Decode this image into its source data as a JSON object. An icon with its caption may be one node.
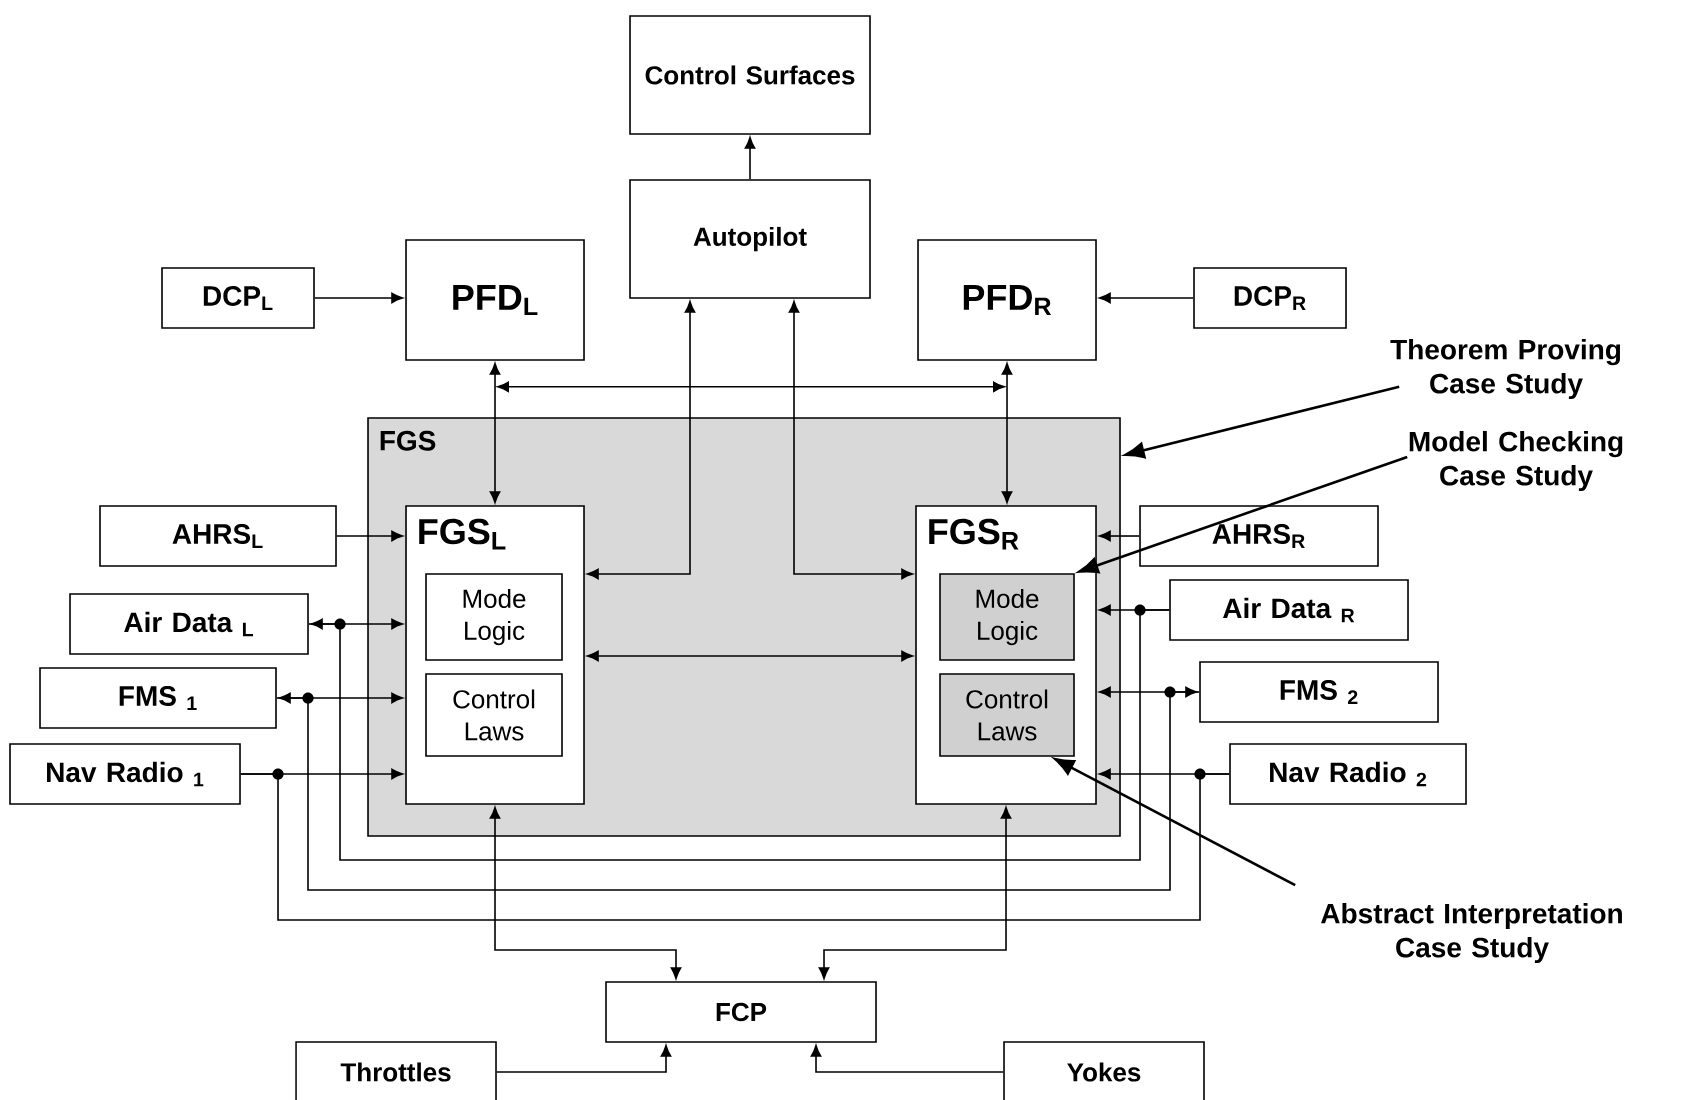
{
  "diagram": {
    "nodes": [
      {
        "text": [
          "Control Surfaces"
        ]
      },
      {
        "text": [
          "DCP$_{L}$"
        ]
      },
      {
        "text": [
          "PFD$_{L}$"
        ]
      },
      {
        "text": [
          "Autopilot"
        ]
      },
      {
        "text": [
          "PFD$_{R}$"
        ]
      },
      {
        "text": [
          "DCP$_{R}$"
        ]
      },
      {
        "text": [
          "Theorem Proving Case Study"
        ]
      },
      {
        "text": [
          "FGS"
        ]
      },
      {
        "text": [
          "Model Checking Case Study"
        ]
      },
      {
        "text": [
          "AHRS$_{L}$"
        ]
      },
      {
        "text": [
          "FGS$_{L}$"
        ],
        "in": 7
      },
      {
        "text": [
          "Mode Logic"
        ],
        "in": 10
      },
      {
        "text": [
          "Control Laws"
        ],
        "in": 10
      },
      {
        "text": [
          "FGS$_{R}$"
        ],
        "in": 7
      },
      {
        "text": [
          "Mode Logic"
        ],
        "in": 13
      },
      {
        "text": [
          "Control Laws"
        ],
        "in": 13
      },
      {
        "text": [
          "AHRS$_{R}$"
        ]
      },
      {
        "text": [
          "Air Data $_{L}$"
        ]
      },
      {
        "text": [
          "Air Data $_{R}$"
        ]
      },
      {
        "text": [
          "FMS $_{1}$"
        ]
      },
      {
        "text": [
          "FMS $_{2}$"
        ]
      },
      {
        "text": [
          "Nav Radio $_{1}$"
        ]
      },
      {
        "text": [
          "Nav Radio $_{2}$"
        ]
      },
      {
        "text": [
          "Abstract Interpretation Case Study"
        ]
      },
      {
        "text": [
          "FCP"
        ]
      },
      {
        "text": [
          "Throttles"
        ]
      },
      {
        "text": [
          "Yokes"
        ]
      }
    ],
    "edges": [
      {
        "from": 3,
        "to": 0,
        "arrow": "to"
      },
      {
        "from": 1,
        "to": 2,
        "arrow": "to"
      },
      {
        "from": 5,
        "to": 4,
        "arrow": "to"
      },
      {
        "from": 2,
        "to": 10,
        "arrow": "both"
      },
      {
        "from": 4,
        "to": 13,
        "arrow": "both"
      },
      {
        "from": 2,
        "to": 4,
        "arrow": "both"
      },
      {
        "from": 10,
        "to": 3,
        "arrow": "both"
      },
      {
        "from": 13,
        "to": 3,
        "arrow": "both"
      },
      {
        "from": 10,
        "to": 13,
        "arrow": "both"
      },
      {
        "from": 9,
        "to": 10,
        "arrow": "to"
      },
      {
        "from": 16,
        "to": 13,
        "arrow": "to"
      },
      {
        "from": 17,
        "to": 10,
        "arrow": "both"
      },
      {
        "from": 18,
        "to": 13,
        "arrow": "to"
      },
      {
        "from": 19,
        "to": 10,
        "arrow": "both"
      },
      {
        "from": 20,
        "to": 13,
        "arrow": "both"
      },
      {
        "from": 21,
        "to": 10,
        "arrow": "to"
      },
      {
        "from": 22,
        "to": 13,
        "arrow": "to"
      },
      {
        "from": 17,
        "to": 18,
        "arrow": "none"
      },
      {
        "from": 19,
        "to": 20,
        "arrow": "none"
      },
      {
        "from": 21,
        "to": 22,
        "arrow": "none"
      },
      {
        "from": 10,
        "to": 24,
        "arrow": "both"
      },
      {
        "from": 13,
        "to": 24,
        "arrow": "both"
      },
      {
        "from": 25,
        "to": 24,
        "arrow": "to"
      },
      {
        "from": 26,
        "to": 24,
        "arrow": "to"
      },
      {
        "from": 6,
        "to": 7,
        "arrow": "to"
      },
      {
        "from": 8,
        "to": 14,
        "arrow": "to"
      },
      {
        "from": 23,
        "to": 15,
        "arrow": "to"
      }
    ]
  }
}
